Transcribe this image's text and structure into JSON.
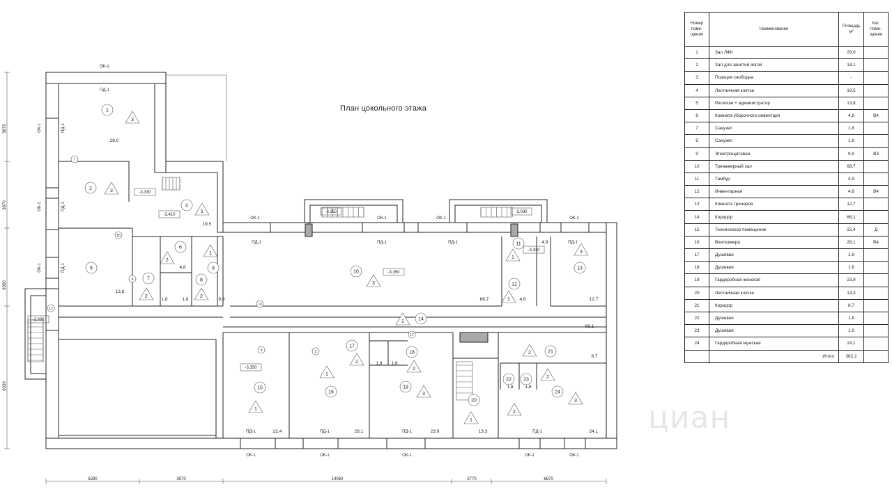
{
  "plan_title": "План цокольного этажа",
  "watermark": "циан",
  "table": {
    "headers": {
      "num": "Номер поме- щения",
      "name": "Наименование",
      "area": "Площадь м²",
      "cat": "Кат. поме- щения"
    },
    "rows": [
      {
        "n": "1",
        "name": "Зал ЛФК",
        "area": "28,0",
        "cat": ""
      },
      {
        "n": "2",
        "name": "Зал для занятий йогой",
        "area": "18,1",
        "cat": ""
      },
      {
        "n": "3",
        "name": "Позиция свободна",
        "area": "-",
        "cat": ""
      },
      {
        "n": "4",
        "name": "Лестничная клетка",
        "area": "19,5",
        "cat": ""
      },
      {
        "n": "5",
        "name": "Ресепшн + администратор",
        "area": "13,8",
        "cat": ""
      },
      {
        "n": "6",
        "name": "Комната уборочного инвентаря",
        "area": "4,8",
        "cat": "В4"
      },
      {
        "n": "7",
        "name": "Санузел",
        "area": "1,8",
        "cat": ""
      },
      {
        "n": "8",
        "name": "Санузел",
        "area": "1,8",
        "cat": ""
      },
      {
        "n": "9",
        "name": "Электрощитовая",
        "area": "9,9",
        "cat": "В3"
      },
      {
        "n": "10",
        "name": "Тренажерный зал",
        "area": "68,7",
        "cat": ""
      },
      {
        "n": "11",
        "name": "Тамбур",
        "area": "4,9",
        "cat": ""
      },
      {
        "n": "12",
        "name": "Инвентарная",
        "area": "4,6",
        "cat": "В4"
      },
      {
        "n": "13",
        "name": "Комната тренеров",
        "area": "12,7",
        "cat": ""
      },
      {
        "n": "14",
        "name": "Коридор",
        "area": "66,1",
        "cat": ""
      },
      {
        "n": "15",
        "name": "Техническое помещение",
        "area": "22,4",
        "cat": "Д"
      },
      {
        "n": "16",
        "name": "Венткамера",
        "area": "28,1",
        "cat": "В4"
      },
      {
        "n": "17",
        "name": "Душевая",
        "area": "1,8",
        "cat": ""
      },
      {
        "n": "18",
        "name": "Душевая",
        "area": "1,6",
        "cat": ""
      },
      {
        "n": "19",
        "name": "Гардеробная женская",
        "area": "23,9",
        "cat": ""
      },
      {
        "n": "20",
        "name": "Лестничная клетка",
        "area": "13,3",
        "cat": ""
      },
      {
        "n": "21",
        "name": "Коридор",
        "area": "8,7",
        "cat": ""
      },
      {
        "n": "22",
        "name": "Душевая",
        "area": "1,8",
        "cat": ""
      },
      {
        "n": "23",
        "name": "Душевая",
        "area": "1,8",
        "cat": ""
      },
      {
        "n": "24",
        "name": "Гардеробная мужская",
        "area": "24,1",
        "cat": ""
      }
    ],
    "total_label": "Итого",
    "total_area": "382,2"
  },
  "plan": {
    "dims_bottom": [
      "6280",
      "3970",
      "14060",
      "2770",
      "6670"
    ],
    "dims_left": [
      "5670",
      "3670",
      "6350",
      "6330"
    ],
    "window_labels": {
      "ok": "ОК-1",
      "pd": "ПД-1"
    },
    "levels": [
      "-3,330",
      "-3,410",
      "-3,350",
      "-3,350",
      "-3,030",
      "-3,330",
      "-3,350",
      "-3,330"
    ],
    "rooms": [
      {
        "n": "1",
        "area": "28,0",
        "cat": "3"
      },
      {
        "n": "2",
        "area": "",
        "cat": "3"
      },
      {
        "n": "4",
        "area": "19,5",
        "cat": "1"
      },
      {
        "n": "5",
        "area": "13,8",
        "cat": ""
      },
      {
        "n": "6",
        "area": "4,8",
        "cat": "2"
      },
      {
        "n": "7",
        "area": "1,8",
        "cat": "2"
      },
      {
        "n": "8",
        "area": "1,8",
        "cat": "2"
      },
      {
        "n": "9",
        "area": "9,9",
        "cat": "1"
      },
      {
        "n": "10",
        "area": "68,7",
        "cat": "3"
      },
      {
        "n": "11",
        "area": "4,9",
        "cat": "1"
      },
      {
        "n": "12",
        "area": "4,6",
        "cat": "1"
      },
      {
        "n": "13",
        "area": "12,7",
        "cat": "3"
      },
      {
        "n": "14",
        "area": "66,1",
        "cat": "1"
      },
      {
        "n": "15",
        "area": "22,4",
        "cat": "1"
      },
      {
        "n": "16",
        "area": "28,1",
        "cat": "1"
      },
      {
        "n": "17",
        "area": "1,8",
        "cat": "2"
      },
      {
        "n": "18",
        "area": "1,6",
        "cat": "2"
      },
      {
        "n": "19",
        "area": "23,9",
        "cat": "3"
      },
      {
        "n": "20",
        "area": "13,3",
        "cat": "1"
      },
      {
        "n": "21",
        "area": "8,7",
        "cat": "2"
      },
      {
        "n": "22",
        "area": "1,8",
        "cat": "2"
      },
      {
        "n": "23",
        "area": "1,8",
        "cat": "2"
      },
      {
        "n": "24",
        "area": "24,1",
        "cat": "3"
      }
    ],
    "tags": [
      "16",
      "7",
      "12",
      "10",
      "6",
      "9",
      "2",
      "17"
    ]
  }
}
